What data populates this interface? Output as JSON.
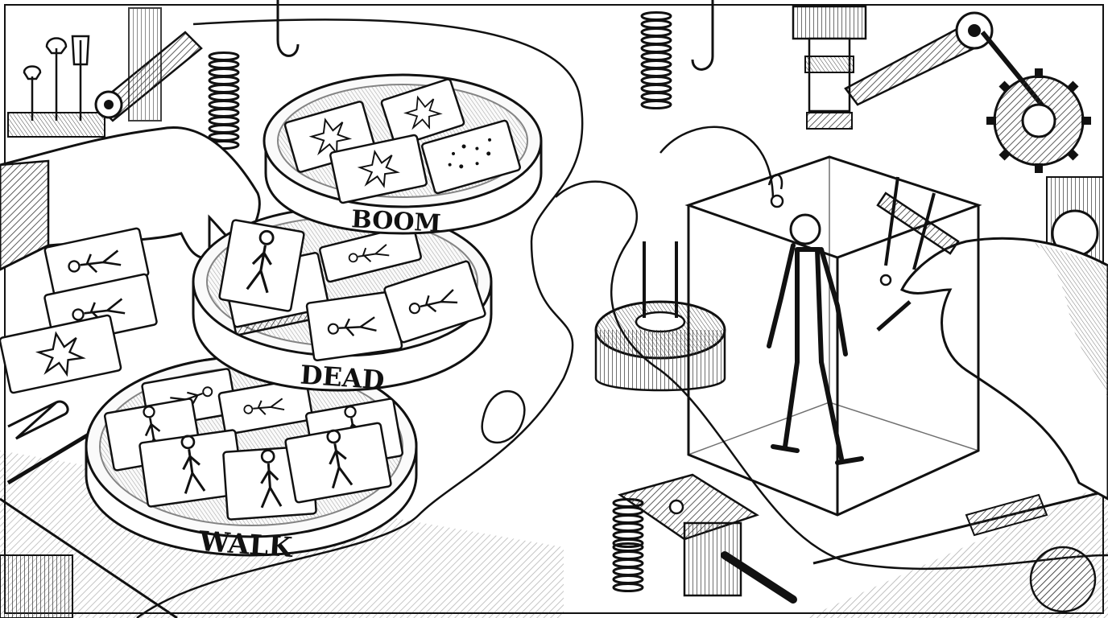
{
  "trays": [
    {
      "label": "BOOM"
    },
    {
      "label": "DEAD"
    },
    {
      "label": "WALK"
    }
  ],
  "colors": {
    "ink": "#111111",
    "paper": "#ffffff",
    "hatch": "#333333"
  }
}
